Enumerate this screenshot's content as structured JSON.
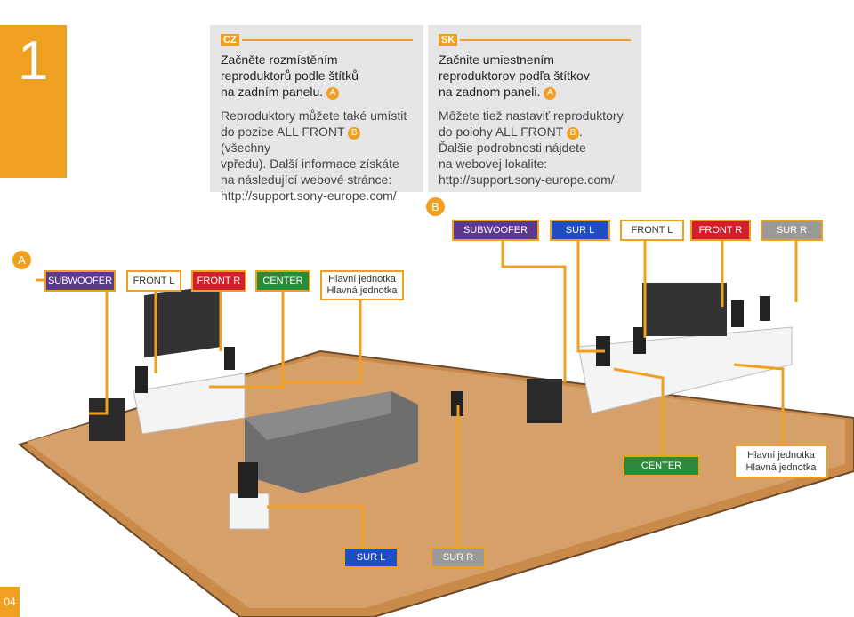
{
  "step": "1",
  "page_number": "04",
  "cz": {
    "lang": "CZ",
    "heading_lines": [
      "Začněte rozmístěním",
      "reproduktorů podle štítků",
      "na zadním panelu."
    ],
    "marker_a": "A",
    "body_lines": [
      "Reproduktory můžete také umístit",
      "do pozice ALL FRONT",
      "(všechny",
      "vpředu). Další informace získáte",
      "na následující webové stránce:",
      "http://support.sony-europe.com/"
    ],
    "marker_b": "B"
  },
  "sk": {
    "lang": "SK",
    "heading_lines": [
      "Začnite umiestnením",
      "reproduktorov podľa štítkov",
      "na zadnom paneli."
    ],
    "marker_a": "A",
    "body_lines": [
      "Môžete tiež nastaviť reproduktory",
      "do polohy ALL FRONT",
      ".",
      "Ďalšie podrobnosti nájdete",
      "na webovej lokalite:",
      "http://support.sony-europe.com/"
    ],
    "marker_b": "B"
  },
  "diagram_a": {
    "marker": "A",
    "labels": {
      "subwoofer": "SUBWOOFER",
      "front_l": "FRONT L",
      "front_r": "FRONT R",
      "center": "CENTER",
      "main_unit": [
        "Hlavní jednotka",
        "Hlavná jednotka"
      ]
    }
  },
  "diagram_b": {
    "marker": "B",
    "labels": {
      "subwoofer": "SUBWOOFER",
      "sur_l": "SUR L",
      "front_l": "FRONT L",
      "front_r": "FRONT R",
      "sur_r": "SUR R",
      "center": "CENTER",
      "main_unit": [
        "Hlavní jednotka",
        "Hlavná jednotka"
      ],
      "sur_l_bottom": "SUR L",
      "sur_r_bottom": "SUR R"
    }
  },
  "colors": {
    "accent": "#f0a020",
    "subwoofer": "#5b3a8c",
    "front_l": "#ffffff",
    "front_r": "#d21f2b",
    "center": "#2a8a3a",
    "sur_l": "#1f4fbf",
    "sur_r": "#9a9a9a"
  }
}
